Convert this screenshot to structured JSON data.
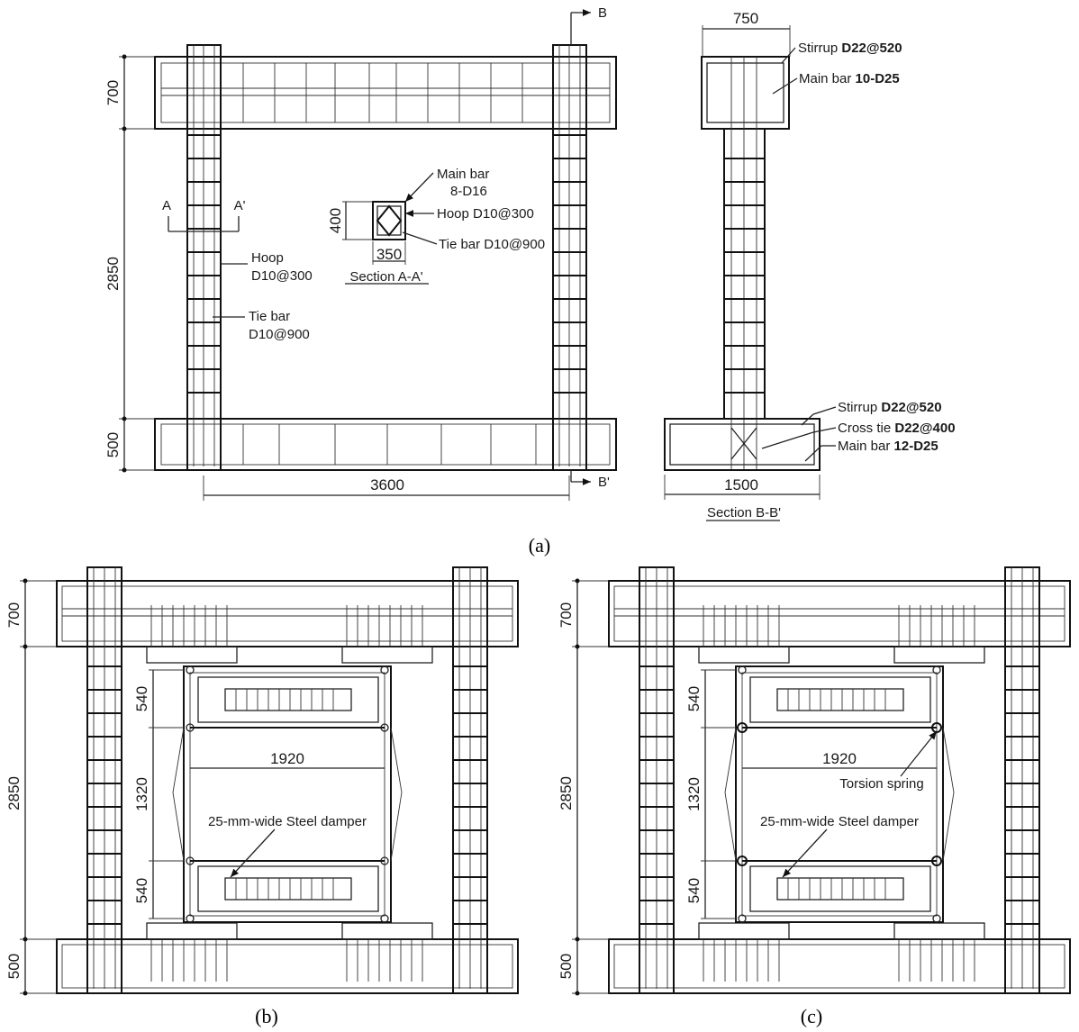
{
  "panel_a": {
    "dims": {
      "beam_top": "700",
      "column": "2850",
      "base": "500",
      "span": "3600",
      "section_b_width": "750",
      "section_b_base": "1500",
      "section_a_h": "400",
      "section_a_w": "350"
    },
    "cut_a": "A",
    "cut_a2": "A'",
    "cut_b": "B",
    "cut_b2": "B'",
    "hoop": [
      "Hoop",
      "D10@300"
    ],
    "tiebar": [
      "Tie bar",
      "D10@900"
    ],
    "section_a": {
      "mainbar": [
        "Main bar",
        "8-D16"
      ],
      "hoop": "Hoop D10@300",
      "tiebar": "Tie bar D10@900",
      "title": "Section A-A'"
    },
    "section_b": {
      "top_stirrup_l": "Stirrup ",
      "top_stirrup_v": "D22@520",
      "top_main_l": "Main bar ",
      "top_main_v": "10-D25",
      "bot_stirrup_l": "Stirrup ",
      "bot_stirrup_v": "D22@520",
      "bot_cross_l": "Cross tie ",
      "bot_cross_v": "D22@400",
      "bot_main_l": "Main bar ",
      "bot_main_v": "12-D25",
      "title": "Section B-B'"
    },
    "caption": "(a)"
  },
  "panel_b": {
    "dims": {
      "top": "700",
      "mid": "2850",
      "bot": "500",
      "d540a": "540",
      "d1320": "1320",
      "d540b": "540",
      "span": "1920"
    },
    "damper": "25-mm-wide Steel damper",
    "caption": "(b)"
  },
  "panel_c": {
    "dims": {
      "top": "700",
      "mid": "2850",
      "bot": "500",
      "d540a": "540",
      "d1320": "1320",
      "d540b": "540",
      "span": "1920"
    },
    "damper": "25-mm-wide Steel damper",
    "spring": "Torsion spring",
    "caption": "(c)"
  }
}
